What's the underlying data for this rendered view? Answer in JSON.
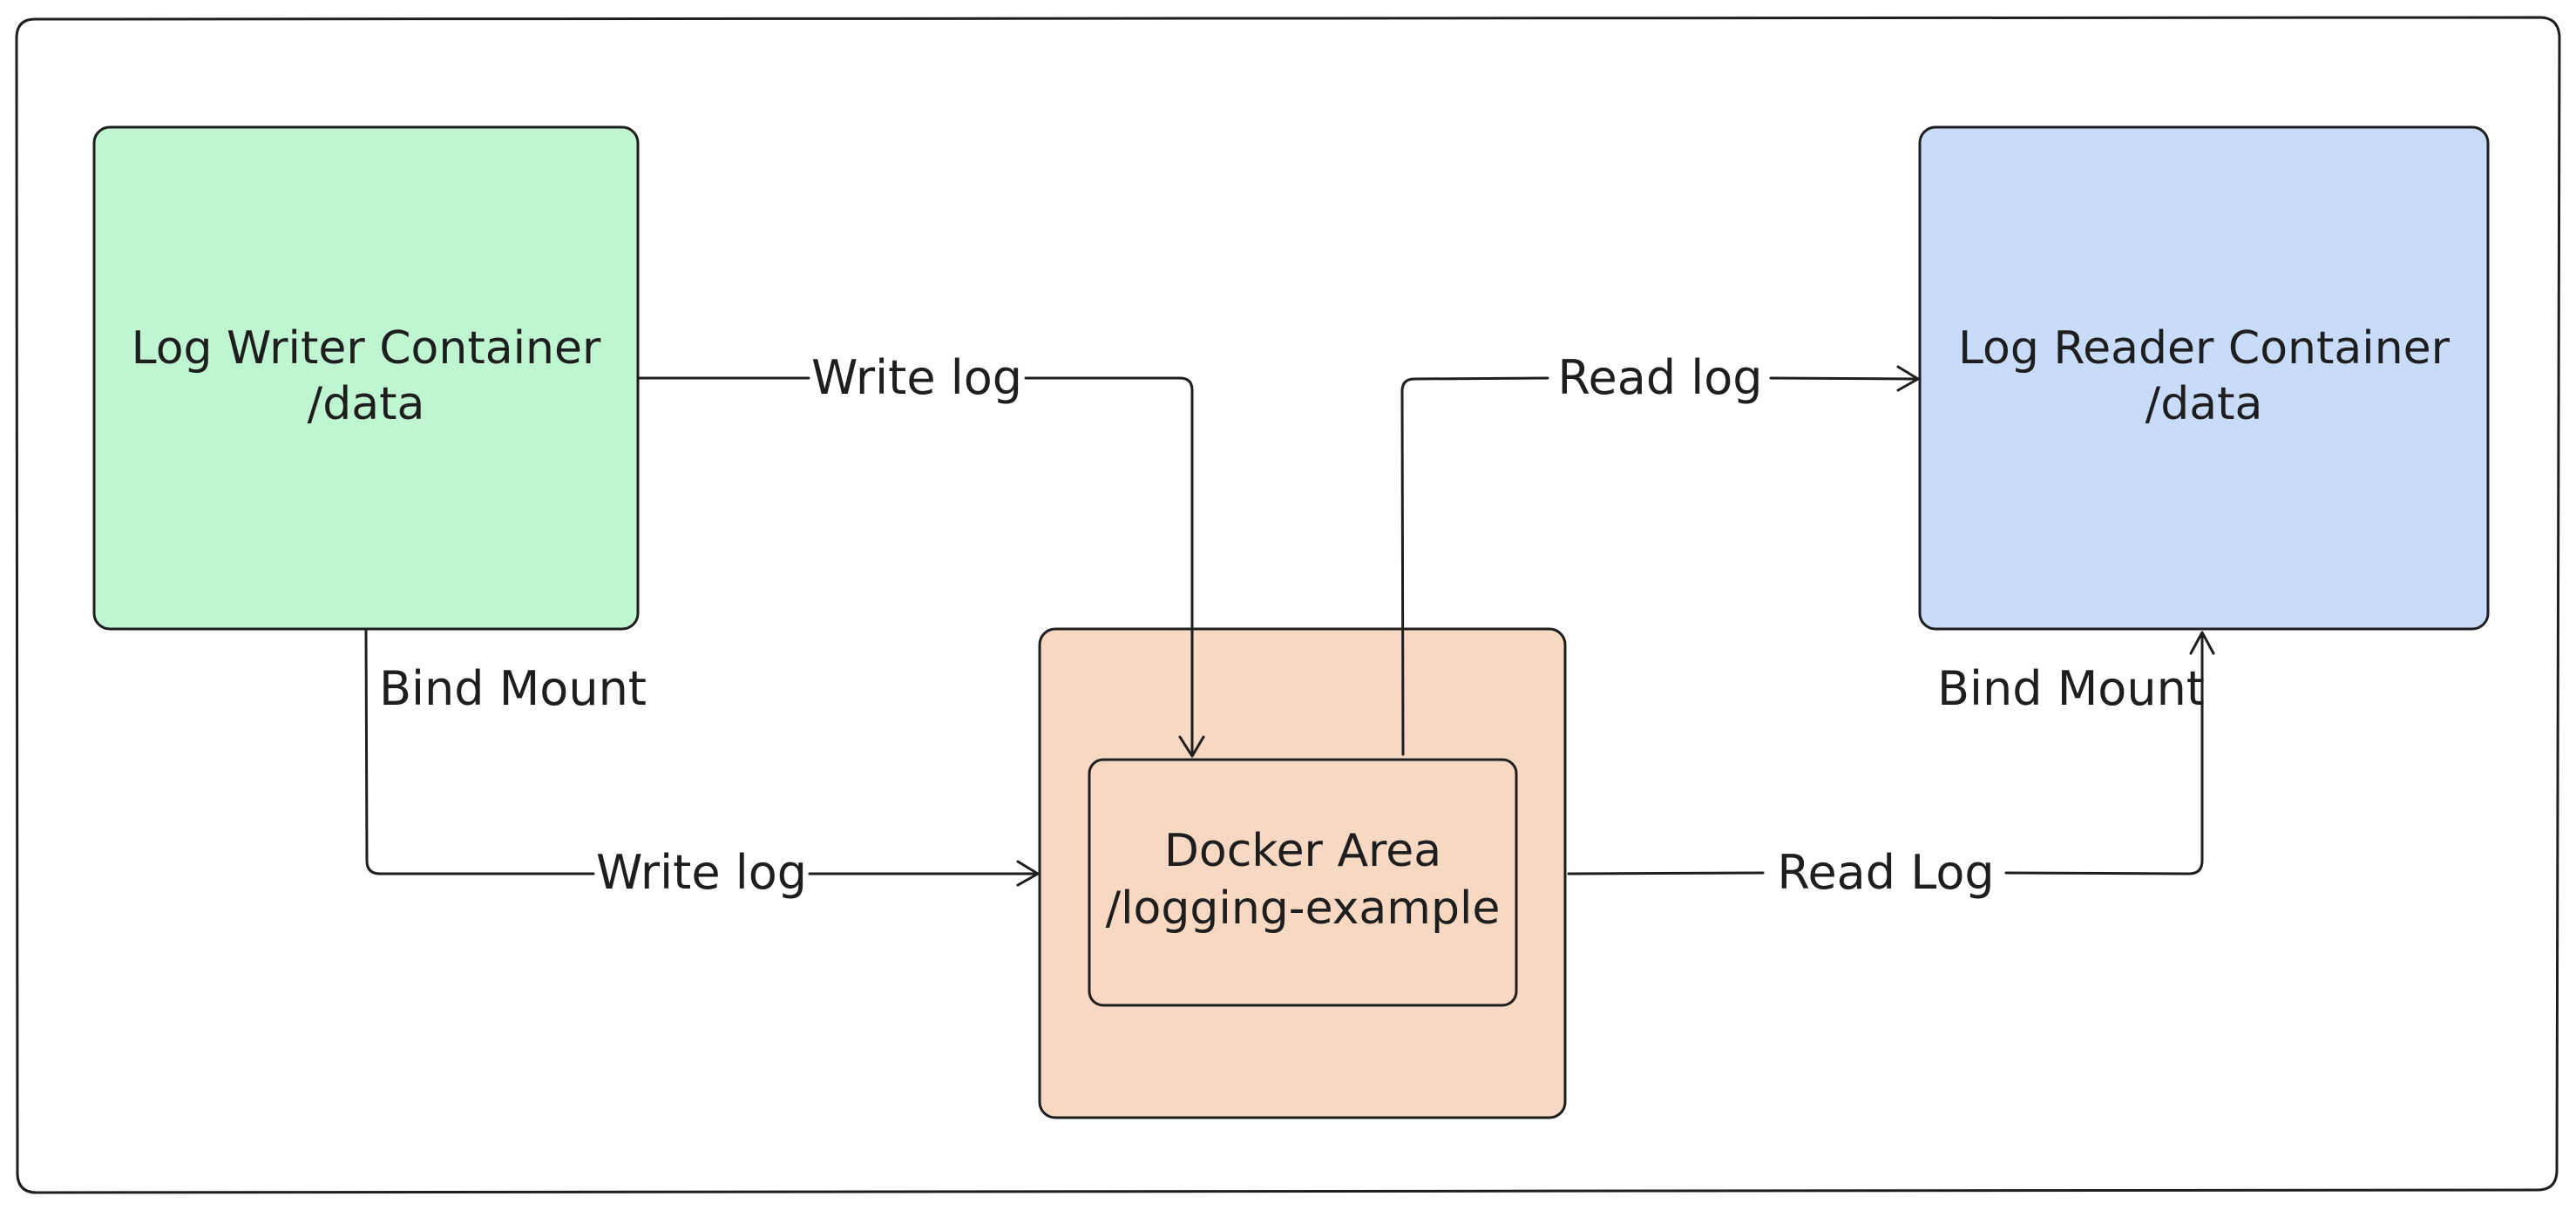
{
  "diagram": {
    "nodes": {
      "writer": {
        "line1": "Log Writer Container",
        "line2": "/data",
        "fill": "#bff5d0"
      },
      "reader": {
        "line1": "Log Reader Container",
        "line2": "/data",
        "fill": "#c8dbf8"
      },
      "docker_outer": {
        "fill": "#f7d8c2"
      },
      "docker_inner": {
        "line1": "Docker Area",
        "line2": "/logging-example",
        "fill": "#f7d8c2"
      }
    },
    "edges": {
      "writer_to_inner": {
        "label": "Write log"
      },
      "inner_to_reader": {
        "label": "Read log"
      },
      "writer_mount_to_outer": {
        "label": "Write log"
      },
      "outer_to_reader_mount": {
        "label": "Read Log"
      }
    },
    "annotations": {
      "writer_bind": "Bind Mount",
      "reader_bind": "Bind Mount"
    },
    "stroke_color": "#1e1e1e"
  }
}
